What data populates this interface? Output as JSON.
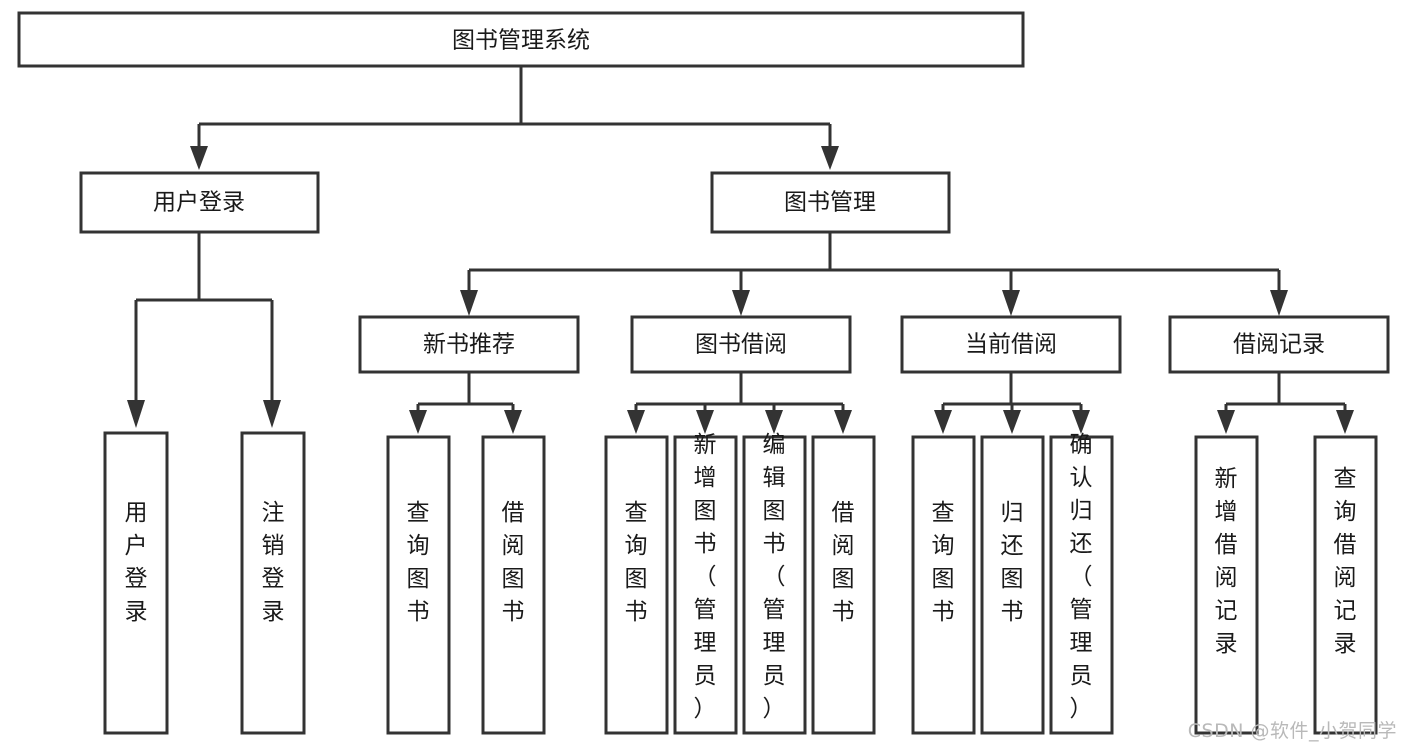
{
  "diagram": {
    "type": "tree-structure-chart",
    "title": "图书管理系统",
    "watermark": "CSDN @软件_小贺同学",
    "colors": {
      "stroke": "#333333",
      "fill": "#ffffff",
      "text": "#1a1a1a",
      "watermark": "#b9b9b9"
    },
    "nodes": {
      "root": {
        "label": "图书管理系统"
      },
      "level1": [
        {
          "label": "用户登录"
        },
        {
          "label": "图书管理"
        }
      ],
      "level2": [
        {
          "label": "新书推荐"
        },
        {
          "label": "图书借阅"
        },
        {
          "label": "当前借阅"
        },
        {
          "label": "借阅记录"
        }
      ],
      "leaves": {
        "user_login": [
          {
            "label": "用户登录"
          },
          {
            "label": "注销登录"
          }
        ],
        "new_book_recommend": [
          {
            "label": "查询图书"
          },
          {
            "label": "借阅图书"
          }
        ],
        "book_borrow": [
          {
            "label": "查询图书"
          },
          {
            "label": "新增图书（管理员）"
          },
          {
            "label": "编辑图书（管理员）"
          },
          {
            "label": "借阅图书"
          }
        ],
        "current_borrow": [
          {
            "label": "查询图书"
          },
          {
            "label": "归还图书"
          },
          {
            "label": "确认归还（管理员）"
          }
        ],
        "borrow_record": [
          {
            "label": "新增借阅记录"
          },
          {
            "label": "查询借阅记录"
          }
        ]
      }
    }
  }
}
